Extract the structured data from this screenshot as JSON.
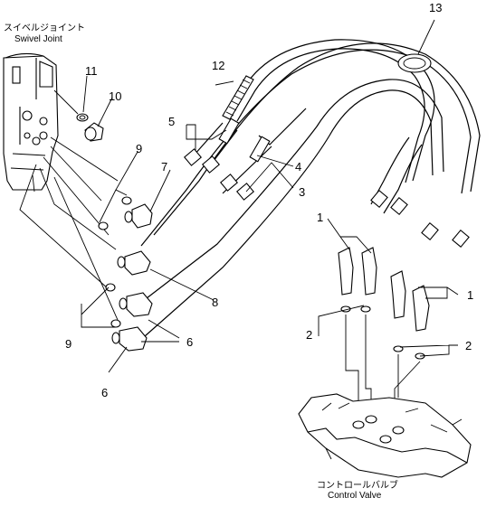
{
  "captions": {
    "swivel_jp": "スイベルジョイント",
    "swivel_en": "Swivel Joint",
    "valve_jp": "コントロールバルブ",
    "valve_en": "Control Valve"
  },
  "callouts": {
    "c1a": "1",
    "c1b": "1",
    "c2a": "2",
    "c2b": "2",
    "c3": "3",
    "c4": "4",
    "c5": "5",
    "c6a": "6",
    "c6b": "6",
    "c7": "7",
    "c8": "8",
    "c9a": "9",
    "c9b": "9",
    "c10": "10",
    "c11": "11",
    "c12": "12",
    "c13": "13"
  }
}
